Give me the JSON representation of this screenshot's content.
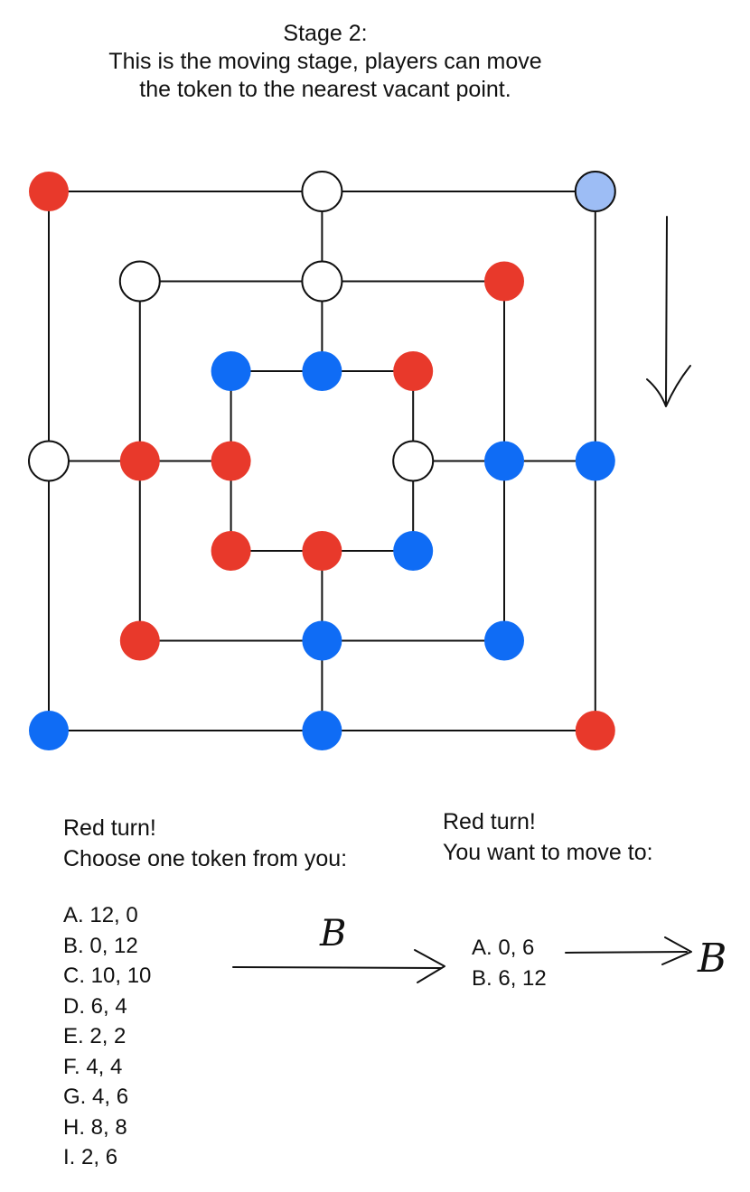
{
  "header": {
    "line1": "Stage 2:",
    "line2": "This is the moving stage, players can move",
    "line3": "the token to the nearest vacant point."
  },
  "board": {
    "colors": {
      "red": "#e8392b",
      "blue": "#0f6cf5",
      "light_blue": "#9dbdf5",
      "empty": "#ffffff",
      "line": "#111111"
    },
    "rings": [
      {
        "row": 0,
        "col": 0,
        "size": 12
      },
      {
        "row": 2,
        "col": 2,
        "size": 8
      },
      {
        "row": 4,
        "col": 4,
        "size": 4
      }
    ],
    "connectors": [
      {
        "from": [
          0,
          6
        ],
        "to": [
          4,
          6
        ]
      },
      {
        "from": [
          8,
          6
        ],
        "to": [
          12,
          6
        ]
      },
      {
        "from": [
          6,
          0
        ],
        "to": [
          6,
          4
        ]
      },
      {
        "from": [
          6,
          8
        ],
        "to": [
          6,
          12
        ]
      }
    ],
    "tokens": [
      {
        "row": 0,
        "col": 0,
        "color": "red"
      },
      {
        "row": 0,
        "col": 6,
        "color": "empty"
      },
      {
        "row": 0,
        "col": 12,
        "color": "light_blue"
      },
      {
        "row": 2,
        "col": 2,
        "color": "empty"
      },
      {
        "row": 2,
        "col": 6,
        "color": "empty"
      },
      {
        "row": 2,
        "col": 10,
        "color": "red"
      },
      {
        "row": 4,
        "col": 4,
        "color": "blue"
      },
      {
        "row": 4,
        "col": 6,
        "color": "blue"
      },
      {
        "row": 4,
        "col": 8,
        "color": "red"
      },
      {
        "row": 6,
        "col": 0,
        "color": "empty"
      },
      {
        "row": 6,
        "col": 2,
        "color": "red"
      },
      {
        "row": 6,
        "col": 4,
        "color": "red"
      },
      {
        "row": 6,
        "col": 8,
        "color": "empty"
      },
      {
        "row": 6,
        "col": 10,
        "color": "blue"
      },
      {
        "row": 6,
        "col": 12,
        "color": "blue"
      },
      {
        "row": 8,
        "col": 4,
        "color": "red"
      },
      {
        "row": 8,
        "col": 6,
        "color": "red"
      },
      {
        "row": 8,
        "col": 8,
        "color": "blue"
      },
      {
        "row": 10,
        "col": 2,
        "color": "red"
      },
      {
        "row": 10,
        "col": 6,
        "color": "blue"
      },
      {
        "row": 10,
        "col": 10,
        "color": "blue"
      },
      {
        "row": 12,
        "col": 0,
        "color": "blue"
      },
      {
        "row": 12,
        "col": 6,
        "color": "blue"
      },
      {
        "row": 12,
        "col": 12,
        "color": "red"
      }
    ]
  },
  "left_panel": {
    "turn_label": "Red turn!",
    "question": "Choose one token from you:",
    "options": [
      "A. 12, 0",
      "B. 0, 12",
      "C. 10, 10",
      "D. 6, 4",
      "E. 2, 2",
      "F. 4, 4",
      "G. 4, 6",
      "H. 8, 8",
      "I. 2, 6"
    ]
  },
  "right_panel": {
    "turn_label": "Red turn!",
    "question": "You want to move to:",
    "options": [
      "A. 0, 6",
      "B. 6, 12"
    ]
  },
  "annotations": {
    "first_choice": "B",
    "second_choice": "B"
  }
}
